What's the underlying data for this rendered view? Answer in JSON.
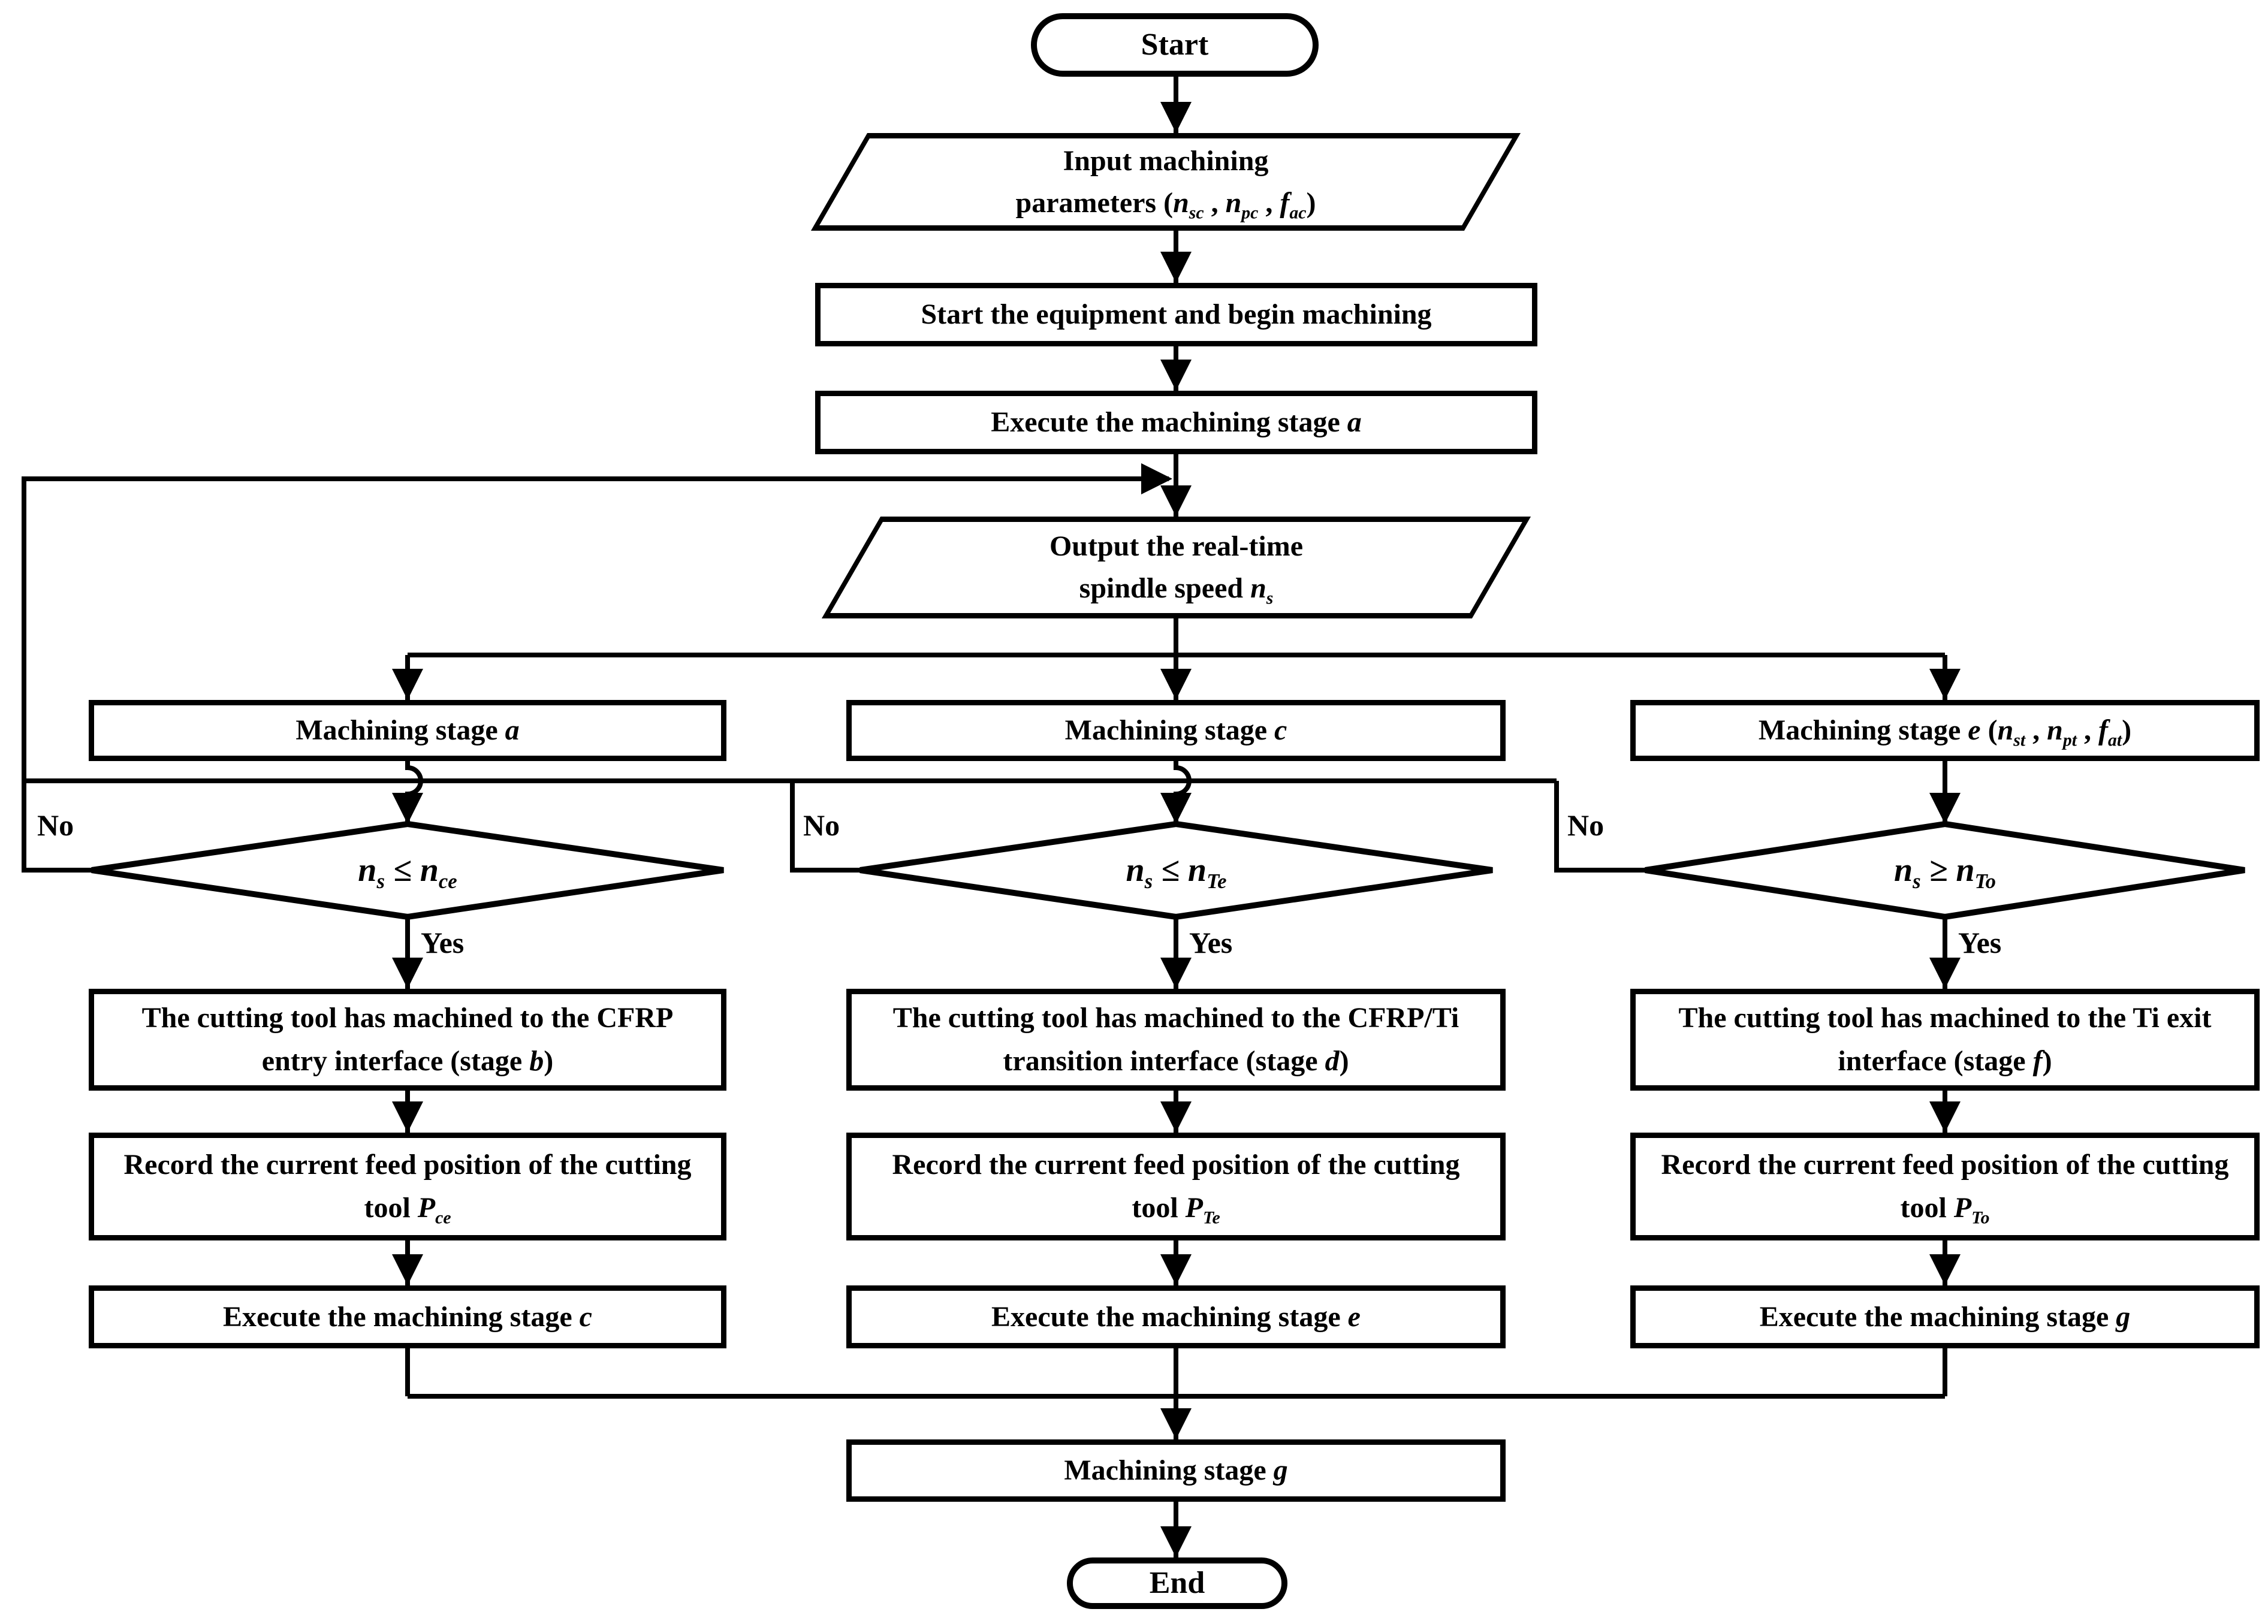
{
  "figure": "CFRP/Ti stack drilling machining-stage control flowchart",
  "colors": {
    "line": "#000000",
    "background": "#ffffff",
    "text": "#000000"
  },
  "labels": {
    "yes": "Yes",
    "no": "No"
  },
  "nodes": {
    "start": "Start",
    "end": "End",
    "input": {
      "line1": "Input machining",
      "pre": "parameters (",
      "v1": "n",
      "s1": "sc",
      "c1": " , ",
      "v2": "n",
      "s2": "pc",
      "c2": " , ",
      "v3": "f",
      "s3": "ac",
      "close": ")"
    },
    "start_equipment": "Start the equipment and begin machining",
    "execute_a": {
      "pre": "Execute the machining stage ",
      "it": "a"
    },
    "output": {
      "line1": "Output the real-time",
      "pre": "spindle speed ",
      "v": "n",
      "s": "s"
    },
    "stage_a": {
      "pre": "Machining stage ",
      "it": "a"
    },
    "stage_c": {
      "pre": "Machining stage ",
      "it": "c"
    },
    "stage_e": {
      "pre": "Machining stage ",
      "it": "e",
      "open": " (",
      "v1": "n",
      "s1": "st",
      "c1": " , ",
      "v2": "n",
      "s2": "pt",
      "c2": " , ",
      "v3": "f",
      "s3": "at",
      "close": ")"
    },
    "dec_left": {
      "v1": "n",
      "s1": "s",
      "op": " ≤ ",
      "v2": "n",
      "s2": "ce"
    },
    "dec_mid": {
      "v1": "n",
      "s1": "s",
      "op": " ≤ ",
      "v2": "n",
      "s2": "Te"
    },
    "dec_right": {
      "v1": "n",
      "s1": "s",
      "op": " ≥ ",
      "v2": "n",
      "s2": "To"
    },
    "tool_left": {
      "pre": "The cutting tool has machined to the CFRP entry interface (stage ",
      "it": "b",
      "close": ")"
    },
    "tool_mid": {
      "pre": "The cutting tool has machined to the CFRP/Ti transition interface (stage ",
      "it": "d",
      "close": ")"
    },
    "tool_right": {
      "pre": "The cutting tool has machined to the Ti exit interface (stage ",
      "it": "f",
      "close": ")"
    },
    "record_left": {
      "pre": "Record the current feed position of the cutting tool ",
      "v": "P",
      "s": "ce"
    },
    "record_mid": {
      "pre": "Record the current feed position of the cutting tool ",
      "v": "P",
      "s": "Te"
    },
    "record_right": {
      "pre": "Record the current feed position of the cutting tool ",
      "v": "P",
      "s": "To"
    },
    "exec_c": {
      "pre": "Execute the machining stage ",
      "it": "c"
    },
    "exec_e": {
      "pre": "Execute the machining stage ",
      "it": "e"
    },
    "exec_g": {
      "pre": "Execute the machining stage ",
      "it": "g"
    },
    "stage_g": {
      "pre": "Machining stage ",
      "it": "g"
    }
  }
}
